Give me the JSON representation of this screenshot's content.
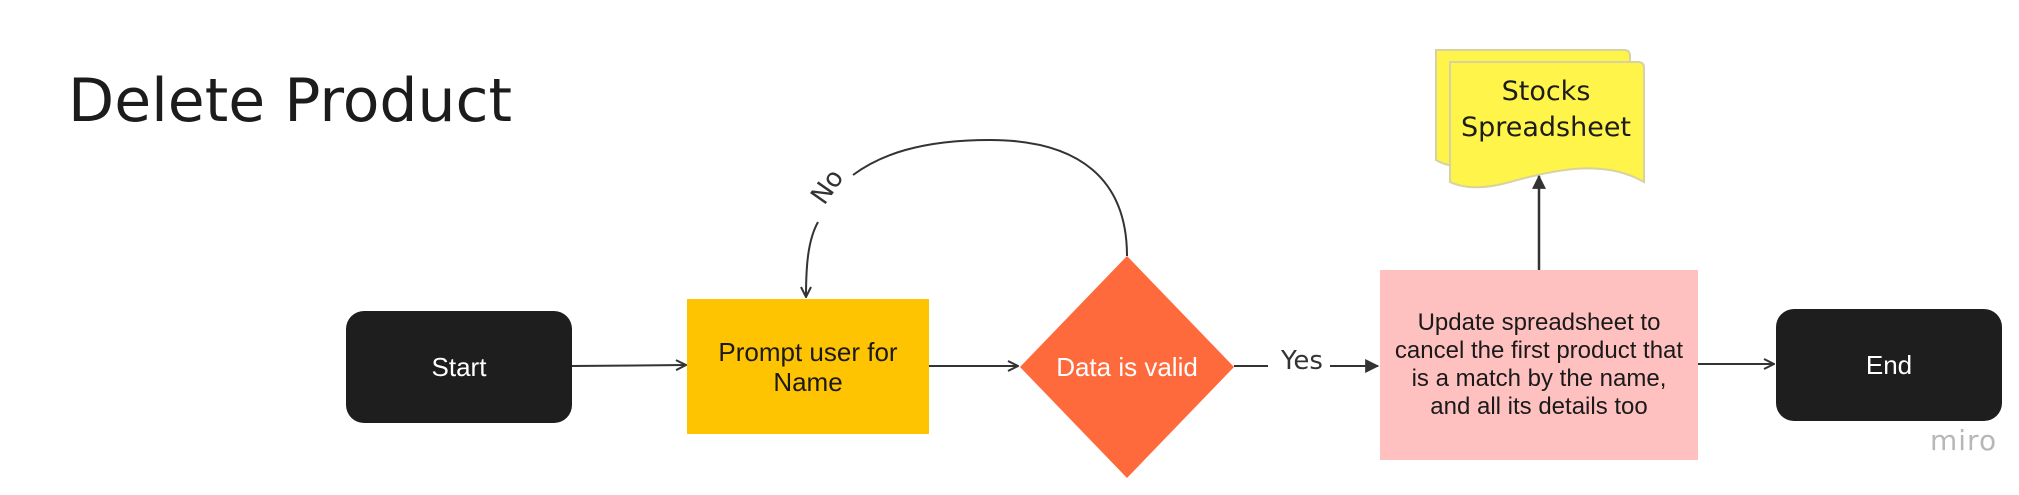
{
  "title": "Delete Product",
  "nodes": {
    "start": "Start",
    "prompt": "Prompt user for Name",
    "decision": "Data is valid",
    "update": "Update spreadsheet to cancel the first product that is a match by the name, and all its details too",
    "document": "Stocks Spreadsheet",
    "end": "End"
  },
  "edges": {
    "yes": "Yes",
    "no": "No"
  },
  "watermark": "miro",
  "colors": {
    "terminal": "#1e1e1e",
    "process_yellow": "#fec301",
    "decision": "#ff6a3d",
    "process_pink": "#ffc0c0",
    "document": "#fff44a",
    "connector": "#333333"
  }
}
